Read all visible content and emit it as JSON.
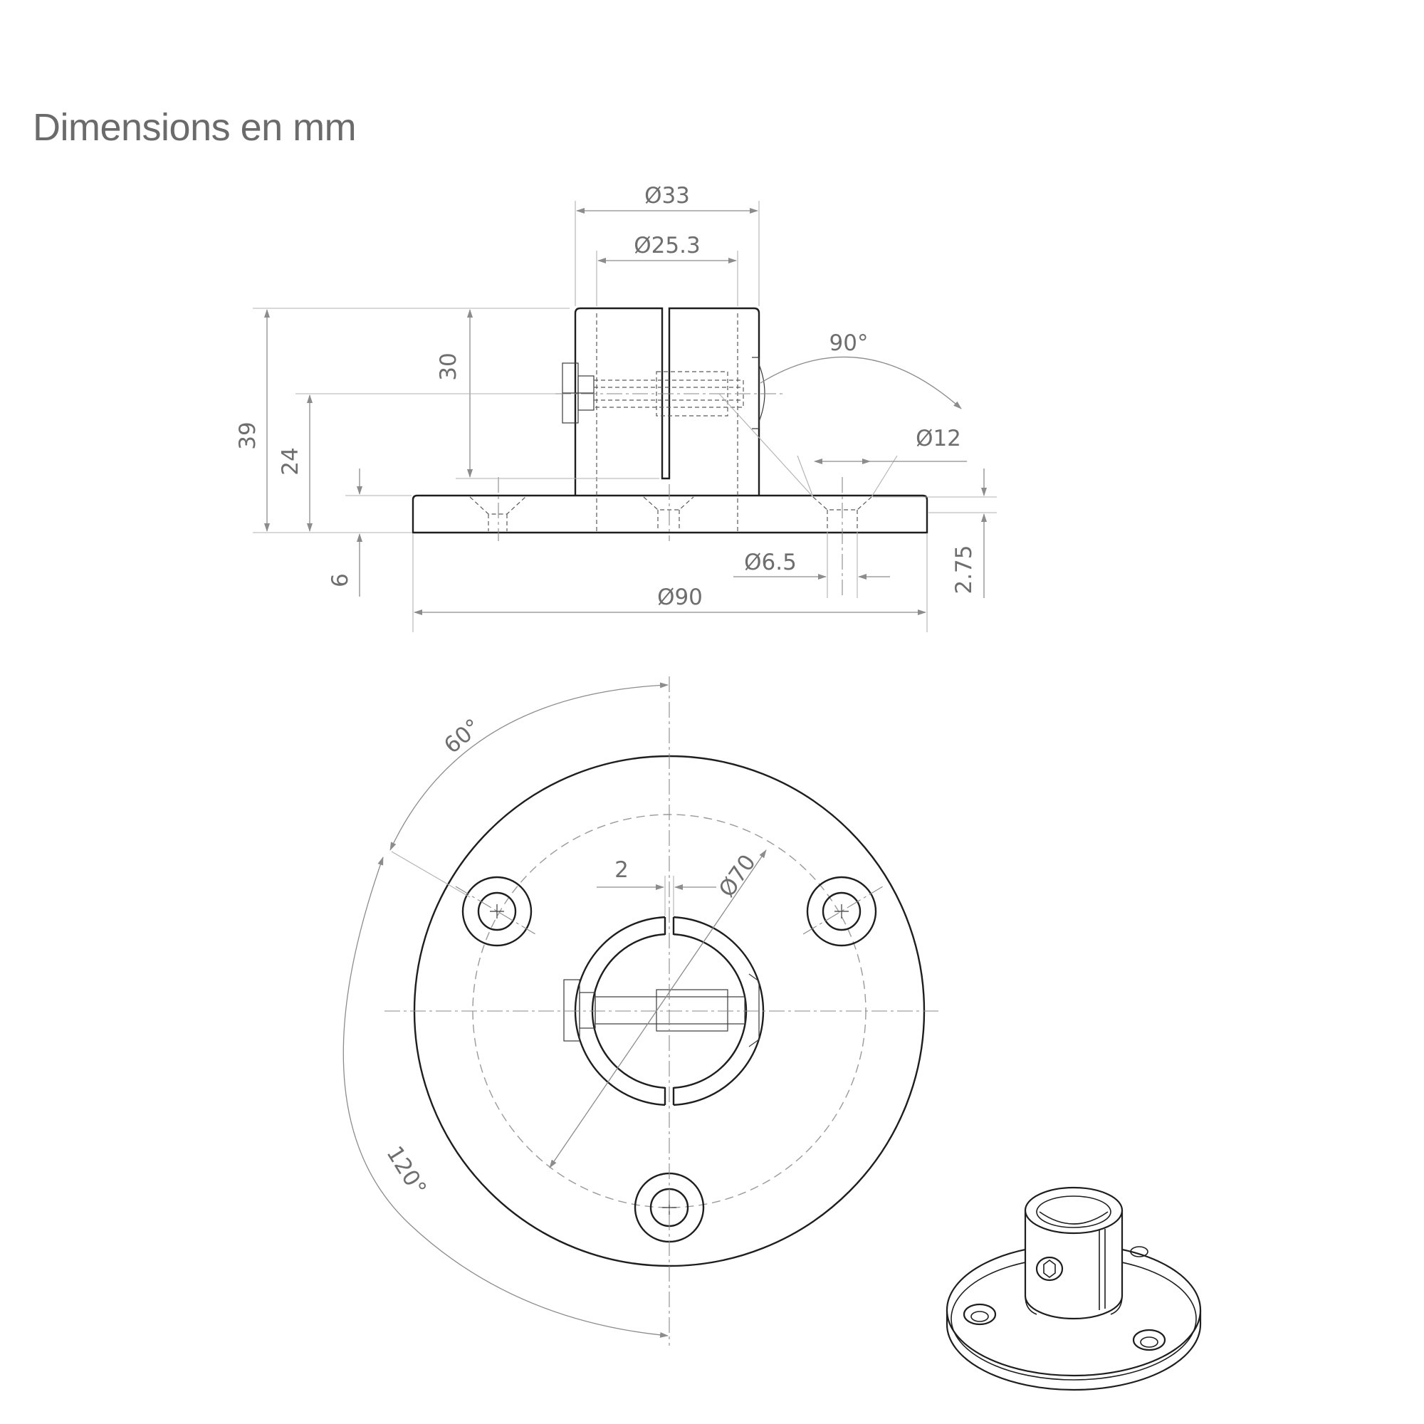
{
  "title": "Dimensions en mm",
  "side_view": {
    "dims": {
      "d33": "Ø33",
      "d25": "Ø25.3",
      "ang90": "90°",
      "h30": "30",
      "h39": "39",
      "h24": "24",
      "d12": "Ø12",
      "h6": "6",
      "d6_5": "Ø6.5",
      "h2_75": "2.75",
      "d90": "Ø90"
    }
  },
  "top_view": {
    "dims": {
      "ang60": "60°",
      "gap2": "2",
      "d70": "Ø70",
      "ang120": "120°"
    }
  },
  "colors": {
    "line": "#1e1e1e",
    "dimension": "#8c8c8c",
    "text": "#6e6e6e"
  }
}
